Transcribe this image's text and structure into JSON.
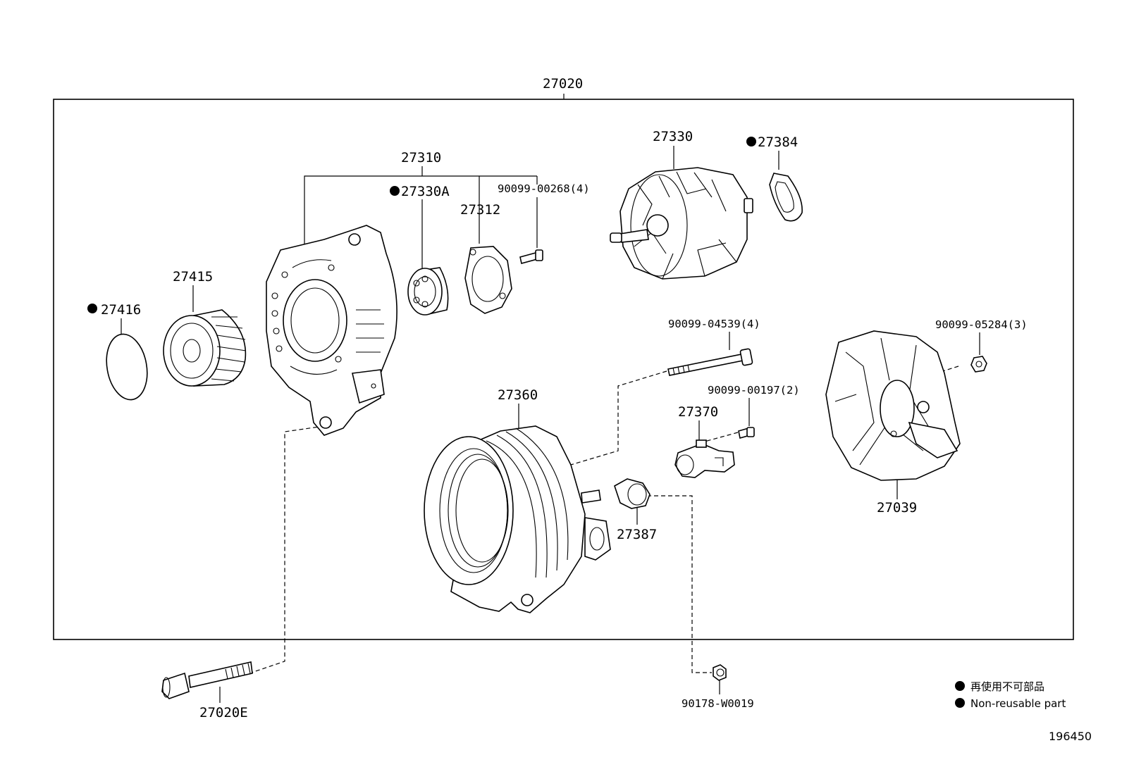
{
  "assembly": {
    "number": "27020"
  },
  "parts": [
    {
      "id": "p27310",
      "number": "27310",
      "nonreusable": false
    },
    {
      "id": "p27330A",
      "number": "27330A",
      "nonreusable": true
    },
    {
      "id": "p90099-00268",
      "number": "90099-00268(4)",
      "nonreusable": false
    },
    {
      "id": "p27312",
      "number": "27312",
      "nonreusable": false
    },
    {
      "id": "p27330",
      "number": "27330",
      "nonreusable": false
    },
    {
      "id": "p27384",
      "number": "27384",
      "nonreusable": true
    },
    {
      "id": "p27415",
      "number": "27415",
      "nonreusable": false
    },
    {
      "id": "p27416",
      "number": "27416",
      "nonreusable": true
    },
    {
      "id": "p90099-04539",
      "number": "90099-04539(4)",
      "nonreusable": false
    },
    {
      "id": "p90099-05284",
      "number": "90099-05284(3)",
      "nonreusable": false
    },
    {
      "id": "p27360",
      "number": "27360",
      "nonreusable": false
    },
    {
      "id": "p90099-00197",
      "number": "90099-00197(2)",
      "nonreusable": false
    },
    {
      "id": "p27370",
      "number": "27370",
      "nonreusable": false
    },
    {
      "id": "p27387",
      "number": "27387",
      "nonreusable": false
    },
    {
      "id": "p27039",
      "number": "27039",
      "nonreusable": false
    },
    {
      "id": "p27020E",
      "number": "27020E",
      "nonreusable": false
    },
    {
      "id": "p90178-W0019",
      "number": "90178-W0019",
      "nonreusable": false
    }
  ],
  "legend": {
    "japanese": "再使用不可部品",
    "english": "Non-reusable part"
  },
  "figure_number": "196450"
}
